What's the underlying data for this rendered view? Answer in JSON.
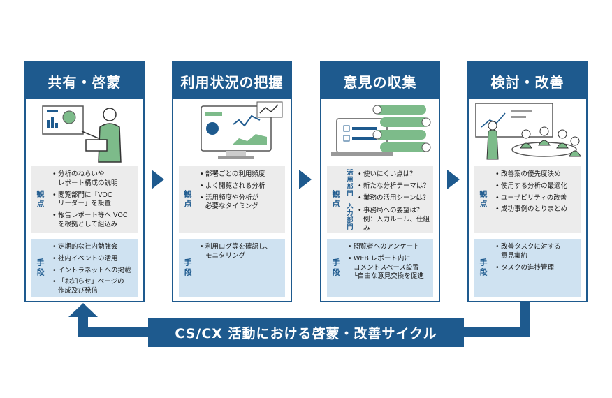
{
  "stages": [
    {
      "title": "共有・啓蒙",
      "obs_label": "観点",
      "obs_items": [
        "分析のねらいや\nレポート構成の説明",
        "閲覧部門に「VOC\nリーダー」を設置",
        "報告レポート等へ VOC\nを根拠として組込み"
      ],
      "mth_label": "手段",
      "mth_items": [
        "定期的な社内勉強会",
        "社内イベントの活用",
        "イントラネットへの掲載",
        "「お知らせ」ページの\n作成及び発信"
      ]
    },
    {
      "title": "利用状況の把握",
      "obs_label": "観点",
      "obs_items": [
        "部署ごとの利用頻度",
        "よく閲覧される分析",
        "活用頻度や分析が\n必要なタイミング"
      ],
      "mth_label": "手段",
      "mth_items": [
        "利用ログ等を確認し、\nモニタリング"
      ]
    },
    {
      "title": "意見の収集",
      "obs_label": "観点",
      "obs_sub_1": "活用部門",
      "obs_sub_2": "入力部門",
      "obs_items_1": [
        "使いにくい点は？",
        "新たな分析テーマは？",
        "業務の活用シーンは？"
      ],
      "obs_items_2": [
        "事務局への要望は？\n例：入力ルール、仕組み"
      ],
      "mth_label": "手段",
      "mth_items": [
        "閲覧者へのアンケート",
        "WEB レポート内に\nコメントスペース設置\n└自由な意見交換を促進"
      ]
    },
    {
      "title": "検討・改善",
      "obs_label": "観点",
      "obs_items": [
        "改善案の優先度決め",
        "使用する分析の最適化",
        "ユーザビリティの改善",
        "成功事例のとりまとめ"
      ],
      "mth_label": "手段",
      "mth_items": [
        "改善タスクに対する\n意見集約",
        "タスクの進捗管理"
      ]
    }
  ],
  "cycle_label": "CS/CX 活動における啓蒙・改善サイクル",
  "colors": {
    "primary": "#1e5a8e",
    "obs_bg": "#ececec",
    "mth_bg": "#cfe2f1",
    "accent_green": "#7dbb8a"
  }
}
